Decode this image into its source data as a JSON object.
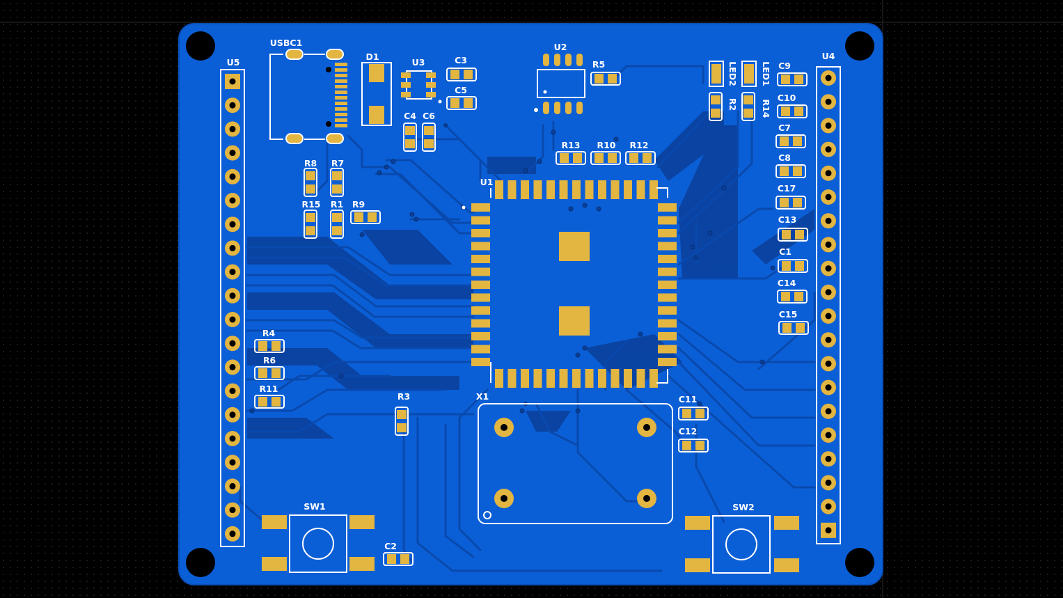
{
  "colors": {
    "background": "#000000",
    "grid_dot": "#3a3a3a",
    "board": "#0b5fd6",
    "board_edge": "#0a4fb8",
    "trace": "#0949ad",
    "pour": "#0a3f99",
    "pad": "#e3b541",
    "silk": "#ffffff"
  },
  "components": {
    "headers": [
      "U5",
      "U4"
    ],
    "mcu": "U1",
    "eeprom": "U2",
    "regulator": "U3",
    "usb": "USBC1",
    "diode": "D1",
    "crystal": "X1",
    "switches": [
      "SW1",
      "SW2"
    ],
    "leds": [
      "LED2",
      "LED1"
    ],
    "resistors": [
      "R1",
      "R2",
      "R3",
      "R4",
      "R5",
      "R6",
      "R7",
      "R8",
      "R9",
      "R10",
      "R11",
      "R12",
      "R13",
      "R14",
      "R15"
    ],
    "capacitors": [
      "C1",
      "C2",
      "C3",
      "C4",
      "C5",
      "C6",
      "C7",
      "C8",
      "C9",
      "C10",
      "C11",
      "C12",
      "C13",
      "C14",
      "C15",
      "C17"
    ]
  }
}
